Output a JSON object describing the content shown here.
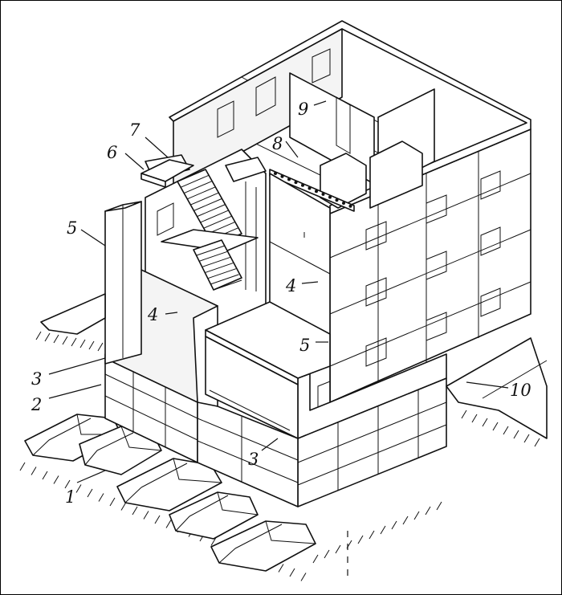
{
  "labels": {
    "l1": "1",
    "l2": "2",
    "l3a": "3",
    "l3b": "3",
    "l4a": "4",
    "l4b": "4",
    "l5a": "5",
    "l5b": "5",
    "l6": "6",
    "l7": "7",
    "l8": "8",
    "l9": "9",
    "l10": "10"
  }
}
